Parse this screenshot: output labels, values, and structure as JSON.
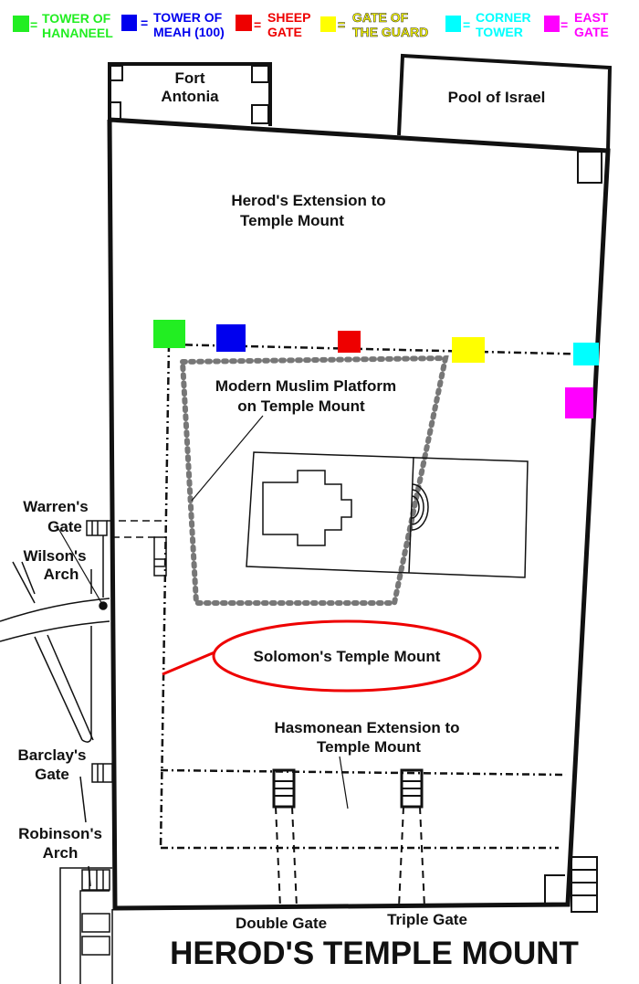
{
  "legend": [
    {
      "line1": "TOWER OF",
      "line2": "HANANEEL",
      "color": "#22ee22"
    },
    {
      "line1": "TOWER OF",
      "line2": "MEAH (100)",
      "color": "#0000ee"
    },
    {
      "line1": "SHEEP",
      "line2": "GATE",
      "color": "#ee0000"
    },
    {
      "line1": "GATE OF",
      "line2": "THE GUARD",
      "color": "#ffff00"
    },
    {
      "line1": "CORNER",
      "line2": "TOWER",
      "color": "#00ffff"
    },
    {
      "line1": "EAST",
      "line2": "GATE",
      "color": "#ff00ff"
    }
  ],
  "equals": "=",
  "labels": {
    "fort_1": "Fort",
    "fort_2": "Antonia",
    "pool": "Pool of Israel",
    "herod_ext_1": "Herod's Extension to",
    "herod_ext_2": "Temple Mount",
    "muslim_1": "Modern Muslim Platform",
    "muslim_2": "on Temple Mount",
    "warren_1": "Warren's",
    "warren_2": "Gate",
    "wilson_1": "Wilson's",
    "wilson_2": "Arch",
    "solomon": "Solomon's Temple Mount",
    "hasmonean_1": "Hasmonean Extension to",
    "hasmonean_2": "Temple Mount",
    "barclay_1": "Barclay's",
    "barclay_2": "Gate",
    "robinson_1": "Robinson's",
    "robinson_2": "Arch",
    "double_gate": "Double Gate",
    "triple_gate": "Triple Gate",
    "title": "HEROD'S TEMPLE MOUNT"
  }
}
